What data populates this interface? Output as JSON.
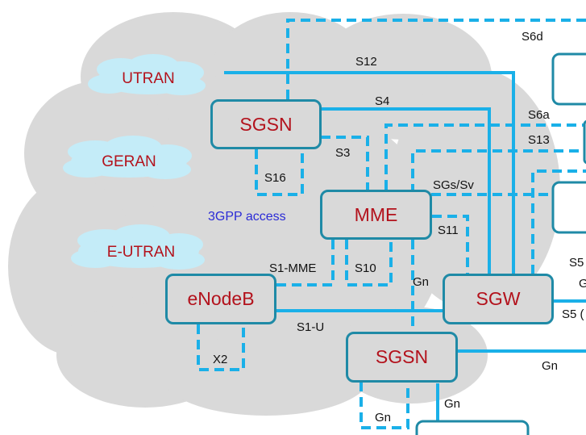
{
  "access_networks": [
    "UTRAN",
    "GERAN",
    "E-UTRAN"
  ],
  "access_area_label": "3GPP access",
  "nodes": {
    "sgsn_top": "SGSN",
    "mme": "MME",
    "enodeb": "eNodeB",
    "sgw": "SGW",
    "sgsn_bottom": "SGSN"
  },
  "interfaces": {
    "s6d": "S6d",
    "s12": "S12",
    "s4": "S4",
    "s6a": "S6a",
    "s13": "S13",
    "s3": "S3",
    "s16": "S16",
    "sgs_sv": "SGs/Sv",
    "s11": "S11",
    "s1_mme": "S1-MME",
    "s10": "S10",
    "gn_mme": "Gn",
    "s5_top": "S5",
    "g_cut": "G",
    "s5_mid": "S5 (",
    "s1_u": "S1-U",
    "x2": "X2",
    "gn_right": "Gn",
    "gn_bottom": "Gn",
    "gn_loop": "Gn"
  },
  "colors": {
    "link": "#1ab0e8",
    "box_border": "#1f8aa6",
    "node_text": "#b3121c",
    "cloud": "#d9d9d9",
    "access_blob": "#c4ecf8",
    "access_text": "#2b2bd6"
  }
}
